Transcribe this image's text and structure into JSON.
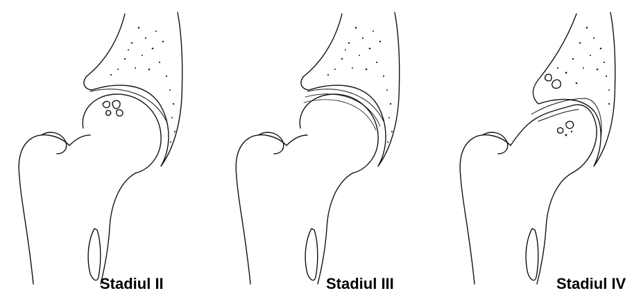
{
  "figure": {
    "panels": [
      {
        "label": "Stadiul II"
      },
      {
        "label": "Stadiul III"
      },
      {
        "label": "Stadiul IV"
      }
    ]
  },
  "colors": {
    "ink": "#111111",
    "background": "#ffffff"
  }
}
